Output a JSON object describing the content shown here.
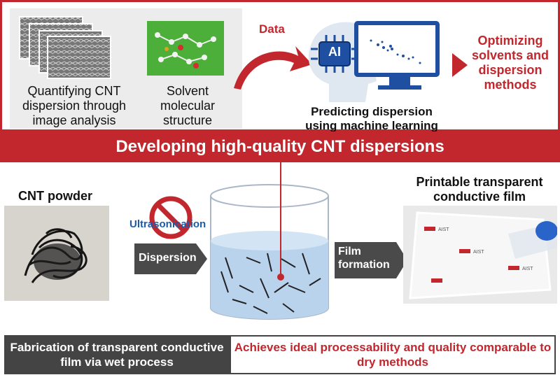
{
  "top": {
    "image_analysis_label": "Quantifying CNT dispersion through image analysis",
    "molecular_label": "Solvent molecular structure",
    "data_label": "Data",
    "ai_label": "AI",
    "ml_label": "Predicting dispersion using machine learning",
    "optimize_label": "Optimizing solvents and dispersion methods"
  },
  "banner": {
    "text": "Developing high-quality CNT dispersions"
  },
  "middle": {
    "cnt_powder_label": "CNT powder",
    "ultrasonication_label": "Ultrasonication",
    "dispersion_label": "Dispersion",
    "film_formation_label": "Film formation",
    "printable_film_label": "Printable transparent conductive film",
    "film_logo_text": "AIST"
  },
  "bottom": {
    "left_text": "Fabrication of transparent conductive film via wet process",
    "right_text": "Achieves ideal processability and quality comparable to dry methods"
  },
  "colors": {
    "accent_red": "#c1272d",
    "dark_gray": "#444444",
    "blue": "#1e5aa8"
  }
}
